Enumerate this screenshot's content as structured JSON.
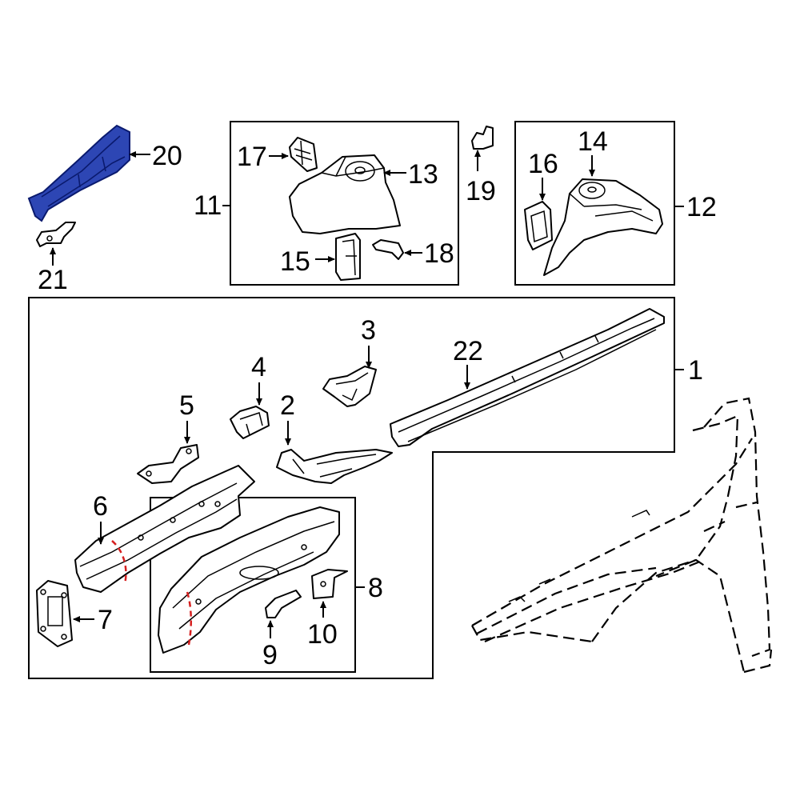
{
  "colors": {
    "highlight": "#2d46b4",
    "highlight_edge": "#0a1a6e",
    "cut_line": "#d62020"
  },
  "labels": {
    "l1": "1",
    "l2": "2",
    "l3": "3",
    "l4": "4",
    "l5": "5",
    "l6": "6",
    "l7": "7",
    "l8": "8",
    "l9": "9",
    "l10": "10",
    "l11": "11",
    "l12": "12",
    "l13": "13",
    "l14": "14",
    "l15": "15",
    "l16": "16",
    "l17": "17",
    "l18": "18",
    "l19": "19",
    "l20": "20",
    "l21": "21",
    "l22": "22"
  },
  "highlighted_part": "20"
}
